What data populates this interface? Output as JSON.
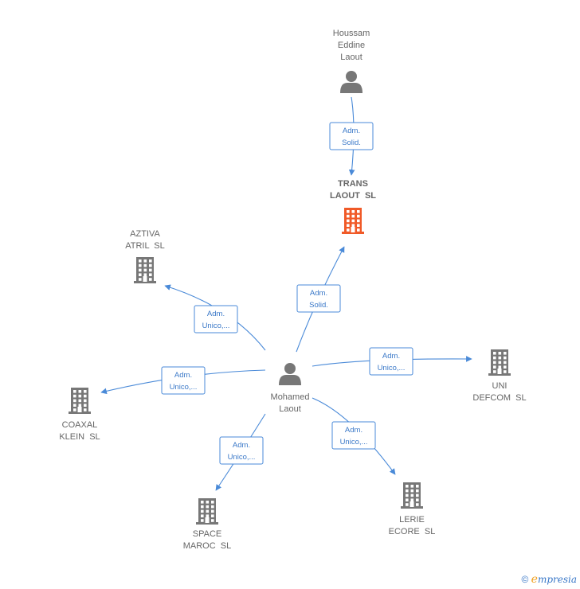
{
  "diagram": {
    "nodes": [
      {
        "id": "houssam",
        "kind": "person",
        "lines": [
          "Houssam",
          "Eddine",
          "Laout"
        ],
        "focus": false
      },
      {
        "id": "mohamed",
        "kind": "person",
        "lines": [
          "Mohamed",
          "Laout"
        ],
        "focus": false
      },
      {
        "id": "trans",
        "kind": "company",
        "lines": [
          "TRANS",
          "LAOUT  SL"
        ],
        "focus": true
      },
      {
        "id": "aztiva",
        "kind": "company",
        "lines": [
          "AZTIVA",
          "ATRIL  SL"
        ],
        "focus": false
      },
      {
        "id": "coaxal",
        "kind": "company",
        "lines": [
          "COAXAL",
          "KLEIN  SL"
        ],
        "focus": false
      },
      {
        "id": "space",
        "kind": "company",
        "lines": [
          "SPACE",
          "MAROC  SL"
        ],
        "focus": false
      },
      {
        "id": "lerie",
        "kind": "company",
        "lines": [
          "LERIE",
          "ECORE  SL"
        ],
        "focus": false
      },
      {
        "id": "uni",
        "kind": "company",
        "lines": [
          "UNI",
          "DEFCOM  SL"
        ],
        "focus": false
      }
    ],
    "edges": [
      {
        "from": "houssam",
        "to": "trans",
        "label": [
          "Adm.",
          "Solid."
        ]
      },
      {
        "from": "mohamed",
        "to": "trans",
        "label": [
          "Adm.",
          "Solid."
        ]
      },
      {
        "from": "mohamed",
        "to": "aztiva",
        "label": [
          "Adm.",
          "Unico,..."
        ]
      },
      {
        "from": "mohamed",
        "to": "coaxal",
        "label": [
          "Adm.",
          "Unico,..."
        ]
      },
      {
        "from": "mohamed",
        "to": "space",
        "label": [
          "Adm.",
          "Unico,..."
        ]
      },
      {
        "from": "mohamed",
        "to": "lerie",
        "label": [
          "Adm.",
          "Unico,..."
        ]
      },
      {
        "from": "mohamed",
        "to": "uni",
        "label": [
          "Adm.",
          "Unico,..."
        ]
      }
    ],
    "colors": {
      "person_icon": "#777777",
      "company_icon": "#777777",
      "focus_icon": "#f05a28",
      "edge": "#4a8ad8",
      "label_text": "#666666"
    }
  },
  "footer": {
    "copyright_symbol": "©",
    "brand_initial": "e",
    "brand_rest": "mpresia"
  }
}
